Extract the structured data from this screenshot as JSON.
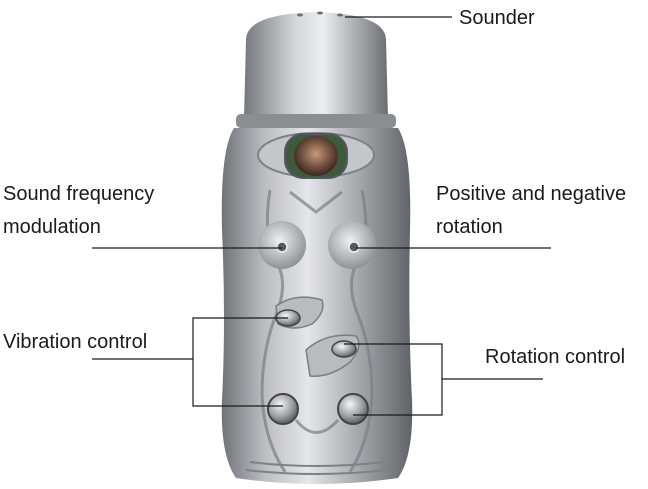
{
  "callouts": {
    "sounder": "Sounder",
    "sound_frequency_modulation": [
      "Sound frequency",
      "modulation"
    ],
    "positive_negative_rotation": [
      "Positive and negative",
      "rotation"
    ],
    "vibration_control": "Vibration control",
    "rotation_control": "Rotation control"
  },
  "colors": {
    "device_body": "#a9acb1",
    "device_highlight": "#e4e6e9",
    "device_shadow": "#6f7378",
    "leader_line": "#1a1a1a",
    "text": "#1a1a1a"
  }
}
